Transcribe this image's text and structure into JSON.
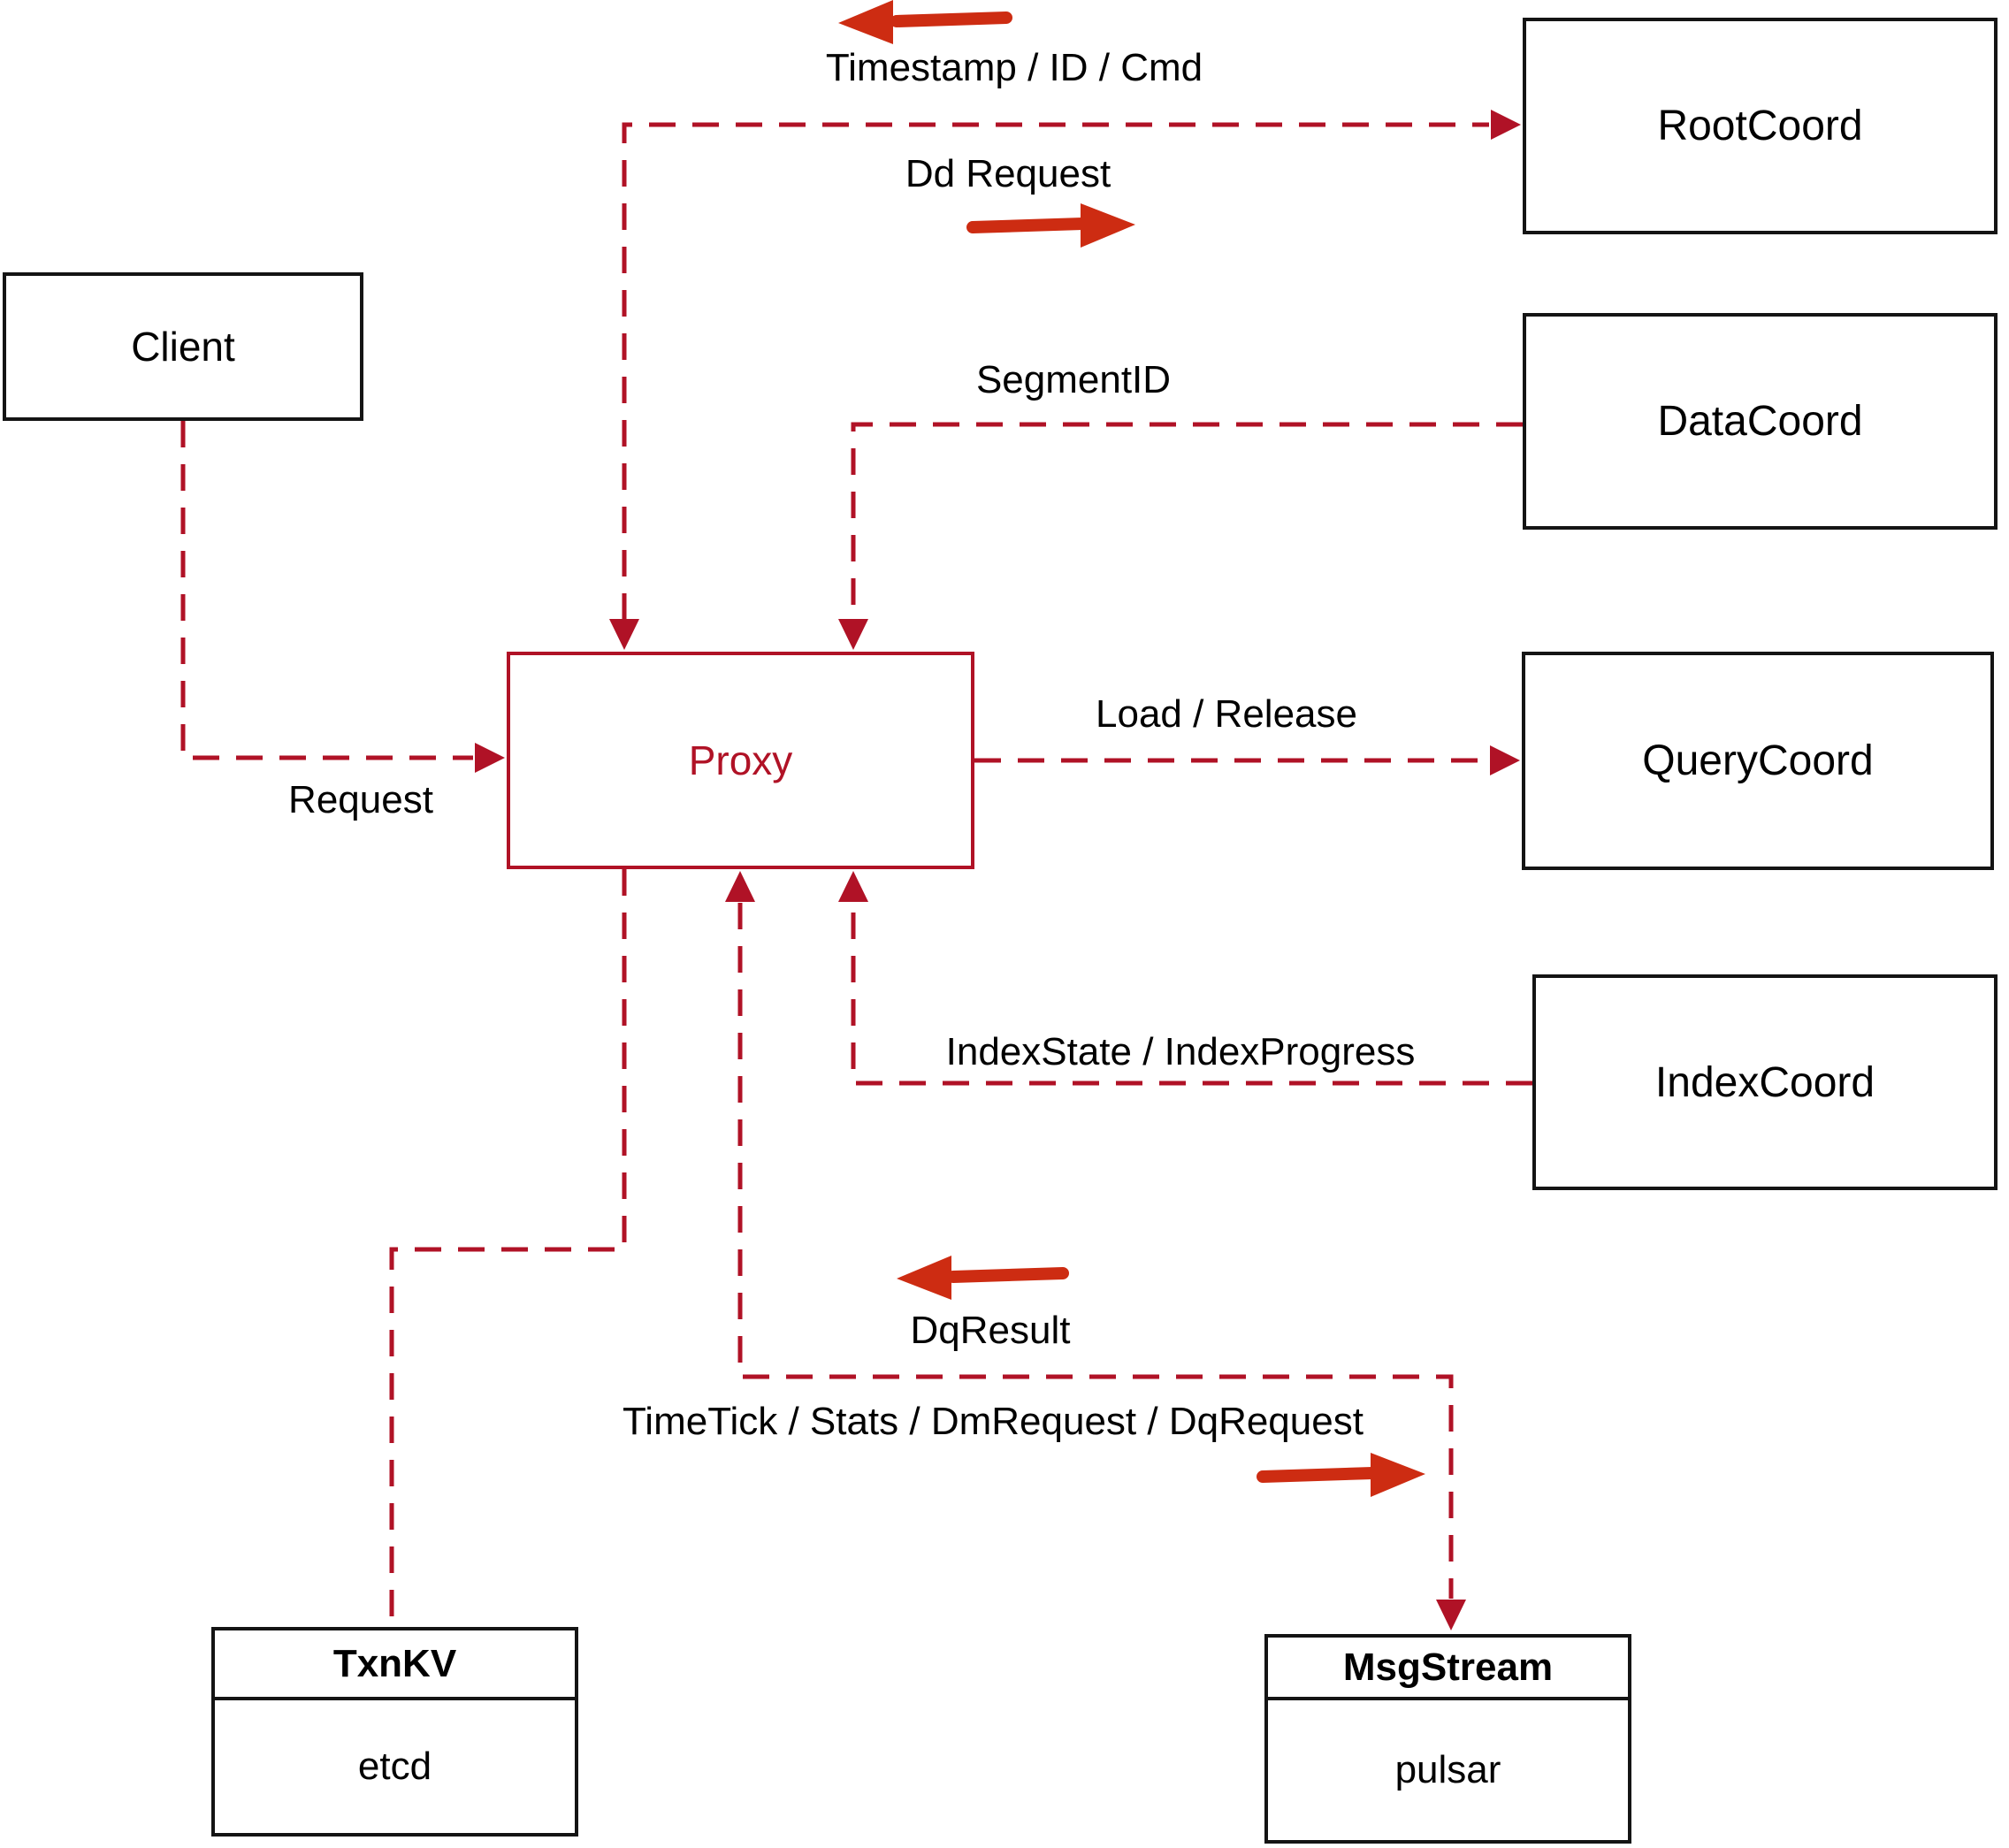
{
  "diagram": {
    "colors": {
      "connector": "#b01226",
      "bold_arrow": "#cd2c12",
      "box_border": "#141414"
    },
    "nodes": {
      "client": {
        "label": "Client"
      },
      "root_coord": {
        "label": "RootCoord"
      },
      "data_coord": {
        "label": "DataCoord"
      },
      "query_coord": {
        "label": "QueryCoord"
      },
      "index_coord": {
        "label": "IndexCoord"
      },
      "proxy": {
        "label": "Proxy"
      },
      "txn_kv": {
        "title": "TxnKV",
        "impl": "etcd"
      },
      "msg_stream": {
        "title": "MsgStream",
        "impl": "pulsar"
      }
    },
    "edge_labels": {
      "timestamp_id_cmd": "Timestamp / ID / Cmd",
      "dd_request": "Dd Request",
      "segment_id": "SegmentID",
      "load_release": "Load / Release",
      "index_state_progress": "IndexState / IndexProgress",
      "request": "Request",
      "dq_result": "DqResult",
      "timetick_stats": "TimeTick / Stats / DmRequest / DqRequest"
    }
  }
}
